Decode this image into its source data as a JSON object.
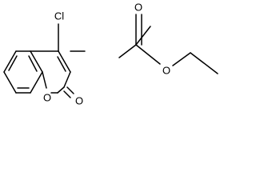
{
  "atoms": {
    "chlorine": "Cl",
    "ester_carbonyl_oxygen": "O",
    "ester_ether_oxygen": "O",
    "ring_oxygen": "O",
    "lactone_carbonyl_oxygen": "O"
  },
  "colors": {
    "bond": "#000000",
    "text": "#000000",
    "background": "#ffffff"
  }
}
